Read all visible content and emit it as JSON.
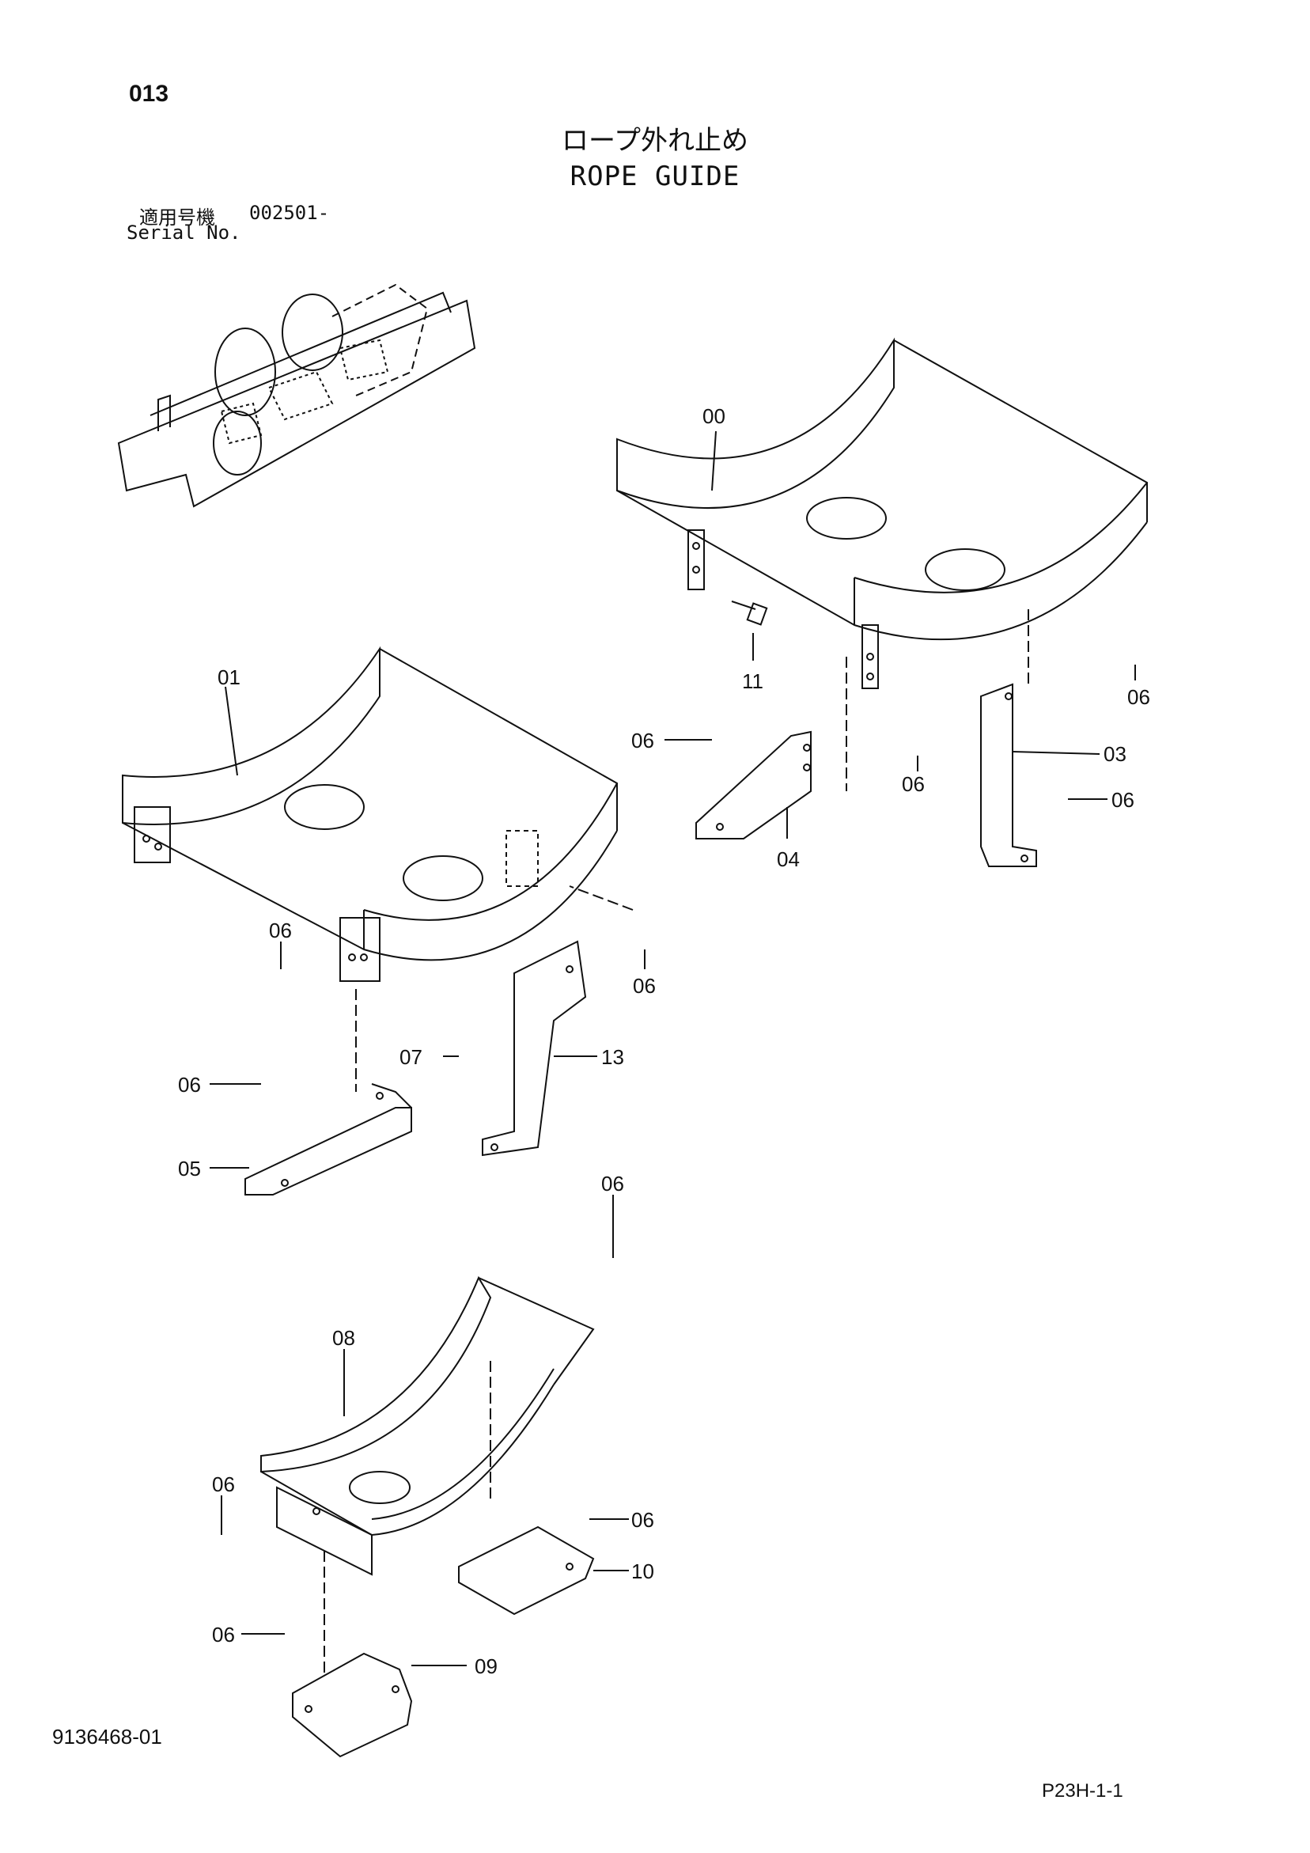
{
  "header": {
    "page_number": "013",
    "title_ja": "ロープ外れ止め",
    "title_en": "ROPE GUIDE",
    "serial_label_ja": "適用号機",
    "serial_value": "002501-",
    "serial_label_en": "Serial No."
  },
  "callouts": {
    "c00": "00",
    "c11": "11",
    "c06a": "06",
    "c01": "01",
    "c06b": "06",
    "c06c": "06",
    "c03": "03",
    "c06d": "06",
    "c04": "04",
    "c06e": "06",
    "c06f": "06",
    "c06g": "06",
    "c07": "07",
    "c13": "13",
    "c05": "05",
    "c06h": "06",
    "c08": "08",
    "c06i": "06",
    "c06j": "06",
    "c10": "10",
    "c06k": "06",
    "c09": "09"
  },
  "footer": {
    "drawing_number": "9136468-01",
    "page_ref": "P23H-1-1"
  }
}
